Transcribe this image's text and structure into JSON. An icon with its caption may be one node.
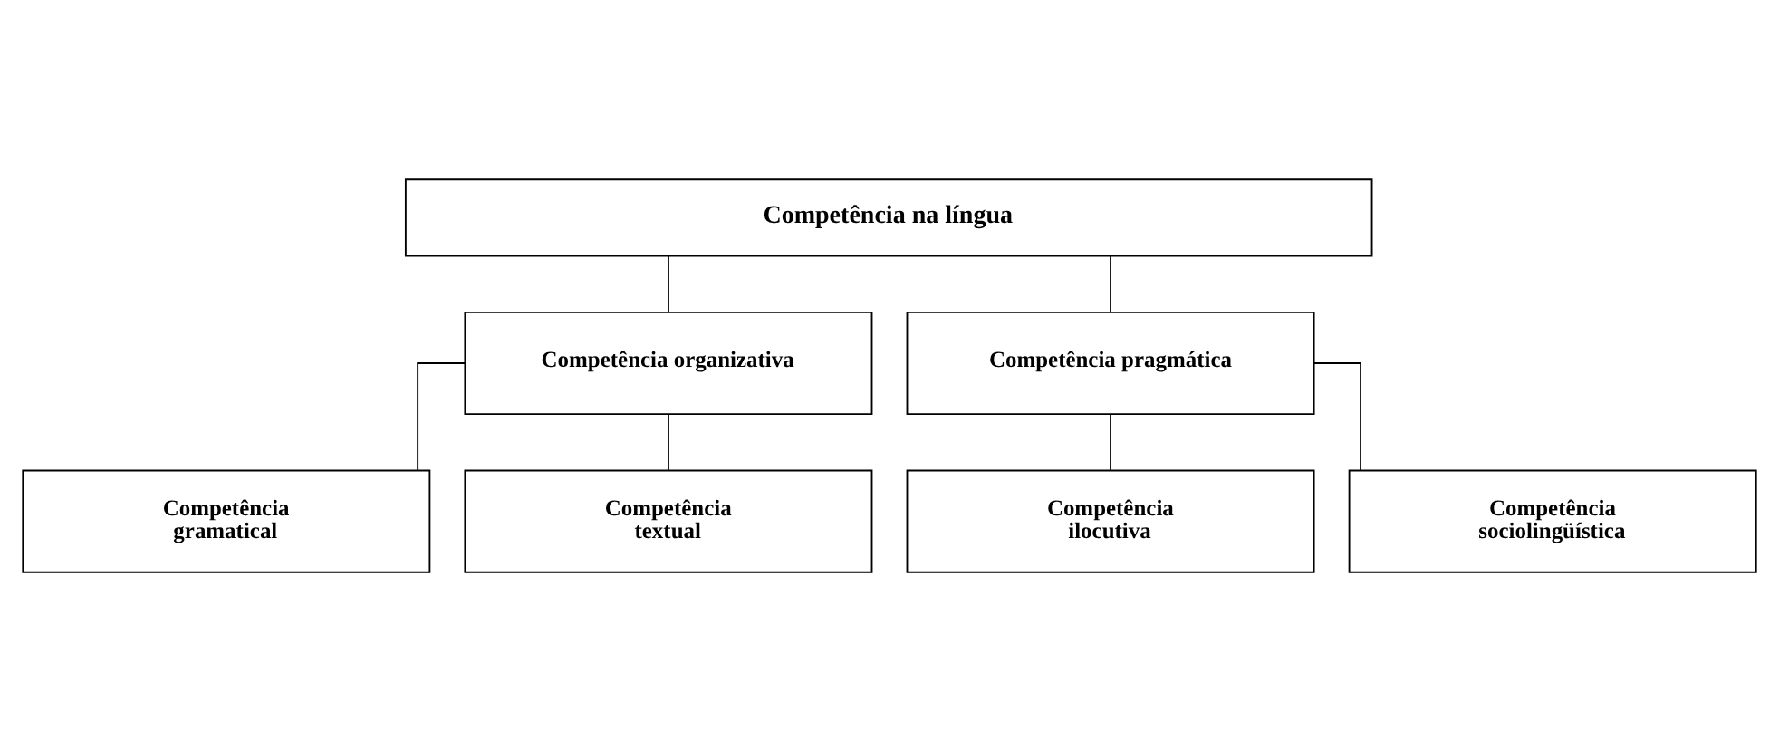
{
  "diagram": {
    "nodes": [
      {
        "text": [
          "Competência na língua"
        ]
      },
      {
        "text": [
          "Competência organizativa"
        ]
      },
      {
        "text": [
          "Competência pragmática"
        ]
      },
      {
        "text": [
          "Competência gramatical"
        ]
      },
      {
        "text": [
          "Competência textual"
        ]
      },
      {
        "text": [
          "Competência ilocutiva"
        ]
      },
      {
        "text": [
          "Competência sociolingüística"
        ]
      }
    ],
    "edges": [
      {
        "from": 0,
        "to": 1,
        "arrow": "none"
      },
      {
        "from": 0,
        "to": 2,
        "arrow": "none"
      },
      {
        "from": 1,
        "to": 3,
        "arrow": "none"
      },
      {
        "from": 1,
        "to": 4,
        "arrow": "none"
      },
      {
        "from": 2,
        "to": 5,
        "arrow": "none"
      },
      {
        "from": 2,
        "to": 6,
        "arrow": "none"
      }
    ]
  }
}
